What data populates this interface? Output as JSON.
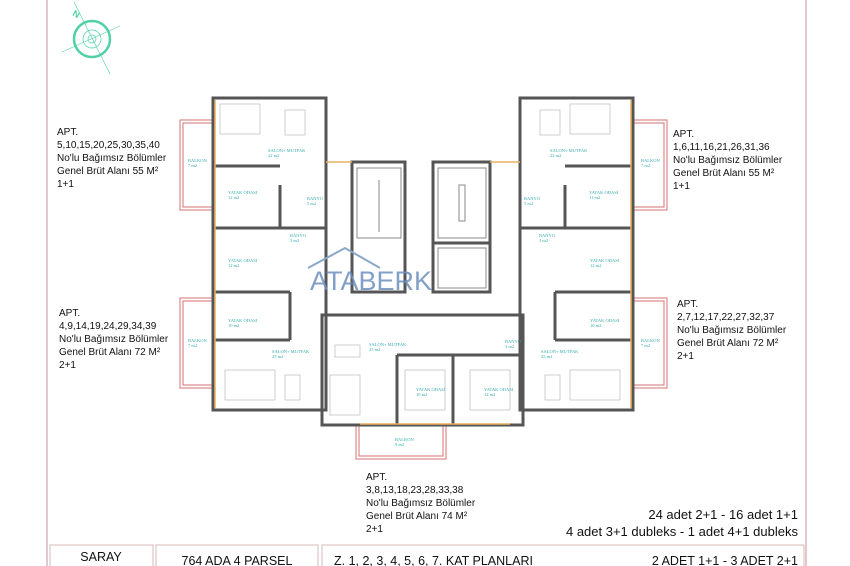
{
  "compass": {
    "label": "N",
    "color": "#4fd1a5"
  },
  "watermark": "ATABERK",
  "colors": {
    "wall": "#555555",
    "balcony": "#dd8888",
    "window": "#e8b060",
    "room_label": "#33aaaa"
  },
  "apartments": [
    {
      "lines": [
        "APT.",
        "5,10,15,20,25,30,35,40",
        "No'lu Bağımsız Bölümler",
        "Genel Brüt Alanı 55 M²",
        "1+1"
      ]
    },
    {
      "lines": [
        "APT.",
        "1,6,11,16,21,26,31,36",
        "No'lu Bağımsız Bölümler",
        "Genel Brüt Alanı 55 M²",
        "1+1"
      ]
    },
    {
      "lines": [
        "APT.",
        "4,9,14,19,24,29,34,39",
        "No'lu Bağımsız Bölümler",
        "Genel Brüt Alanı 72 M²",
        "2+1"
      ]
    },
    {
      "lines": [
        "APT.",
        "2,7,12,17,22,27,32,37",
        "No'lu Bağımsız Bölümler",
        "Genel Brüt Alanı 72 M²",
        "2+1"
      ]
    },
    {
      "lines": [
        "APT.",
        "3,8,13,18,23,28,33,38",
        "No'lu Bağımsız Bölümler",
        "Genel Brüt Alanı 74 M²",
        "2+1"
      ]
    }
  ],
  "rooms": [
    {
      "name": "SALON+ MUTFAK",
      "area": "22 m2"
    },
    {
      "name": "BALKON",
      "area": "7 m2"
    },
    {
      "name": "YATAK ODASI",
      "area": "12 m2"
    },
    {
      "name": "BANYO",
      "area": "5 m2"
    },
    {
      "name": "BANYO",
      "area": "3 m2"
    },
    {
      "name": "YATAK ODASI",
      "area": "12 m2"
    },
    {
      "name": "YATAK ODASI",
      "area": "10 m2"
    },
    {
      "name": "SALON+ MUTFAK",
      "area": "25 m2"
    },
    {
      "name": "BALKON",
      "area": "7 m2"
    },
    {
      "name": "SALON+ MUTFAK",
      "area": "25 m2"
    },
    {
      "name": "YATAK ODASI",
      "area": "10 m2"
    },
    {
      "name": "YATAK ODASI",
      "area": "12 m2"
    },
    {
      "name": "BANYO",
      "area": "3 m2"
    },
    {
      "name": "BALKON",
      "area": "9 m2"
    },
    {
      "name": "SALON+ MUTFAK",
      "area": "22 m2"
    },
    {
      "name": "BALKON",
      "area": "7 m2"
    },
    {
      "name": "YATAK ODASI",
      "area": "11 m2"
    },
    {
      "name": "BANYO",
      "area": "5 m2"
    },
    {
      "name": "BANYO",
      "area": "3 m2"
    },
    {
      "name": "YATAK ODASI",
      "area": "12 m2"
    },
    {
      "name": "YATAK ODASI",
      "area": "10 m2"
    },
    {
      "name": "SALON+ MUTFAK",
      "area": "25 m2"
    },
    {
      "name": "BALKON",
      "area": "7 m2"
    }
  ],
  "summary": {
    "line1": "24 adet 2+1 - 16 adet 1+1",
    "line2": "4 adet 3+1 dubleks - 1 adet 4+1 dubleks"
  },
  "title_block": {
    "project": "SARAY",
    "parcel": "764 ADA 4 PARSEL",
    "plans": "Z. 1, 2, 3, 4, 5, 6, 7. KAT PLANLARI",
    "units": "2 ADET 1+1 - 3 ADET 2+1"
  }
}
